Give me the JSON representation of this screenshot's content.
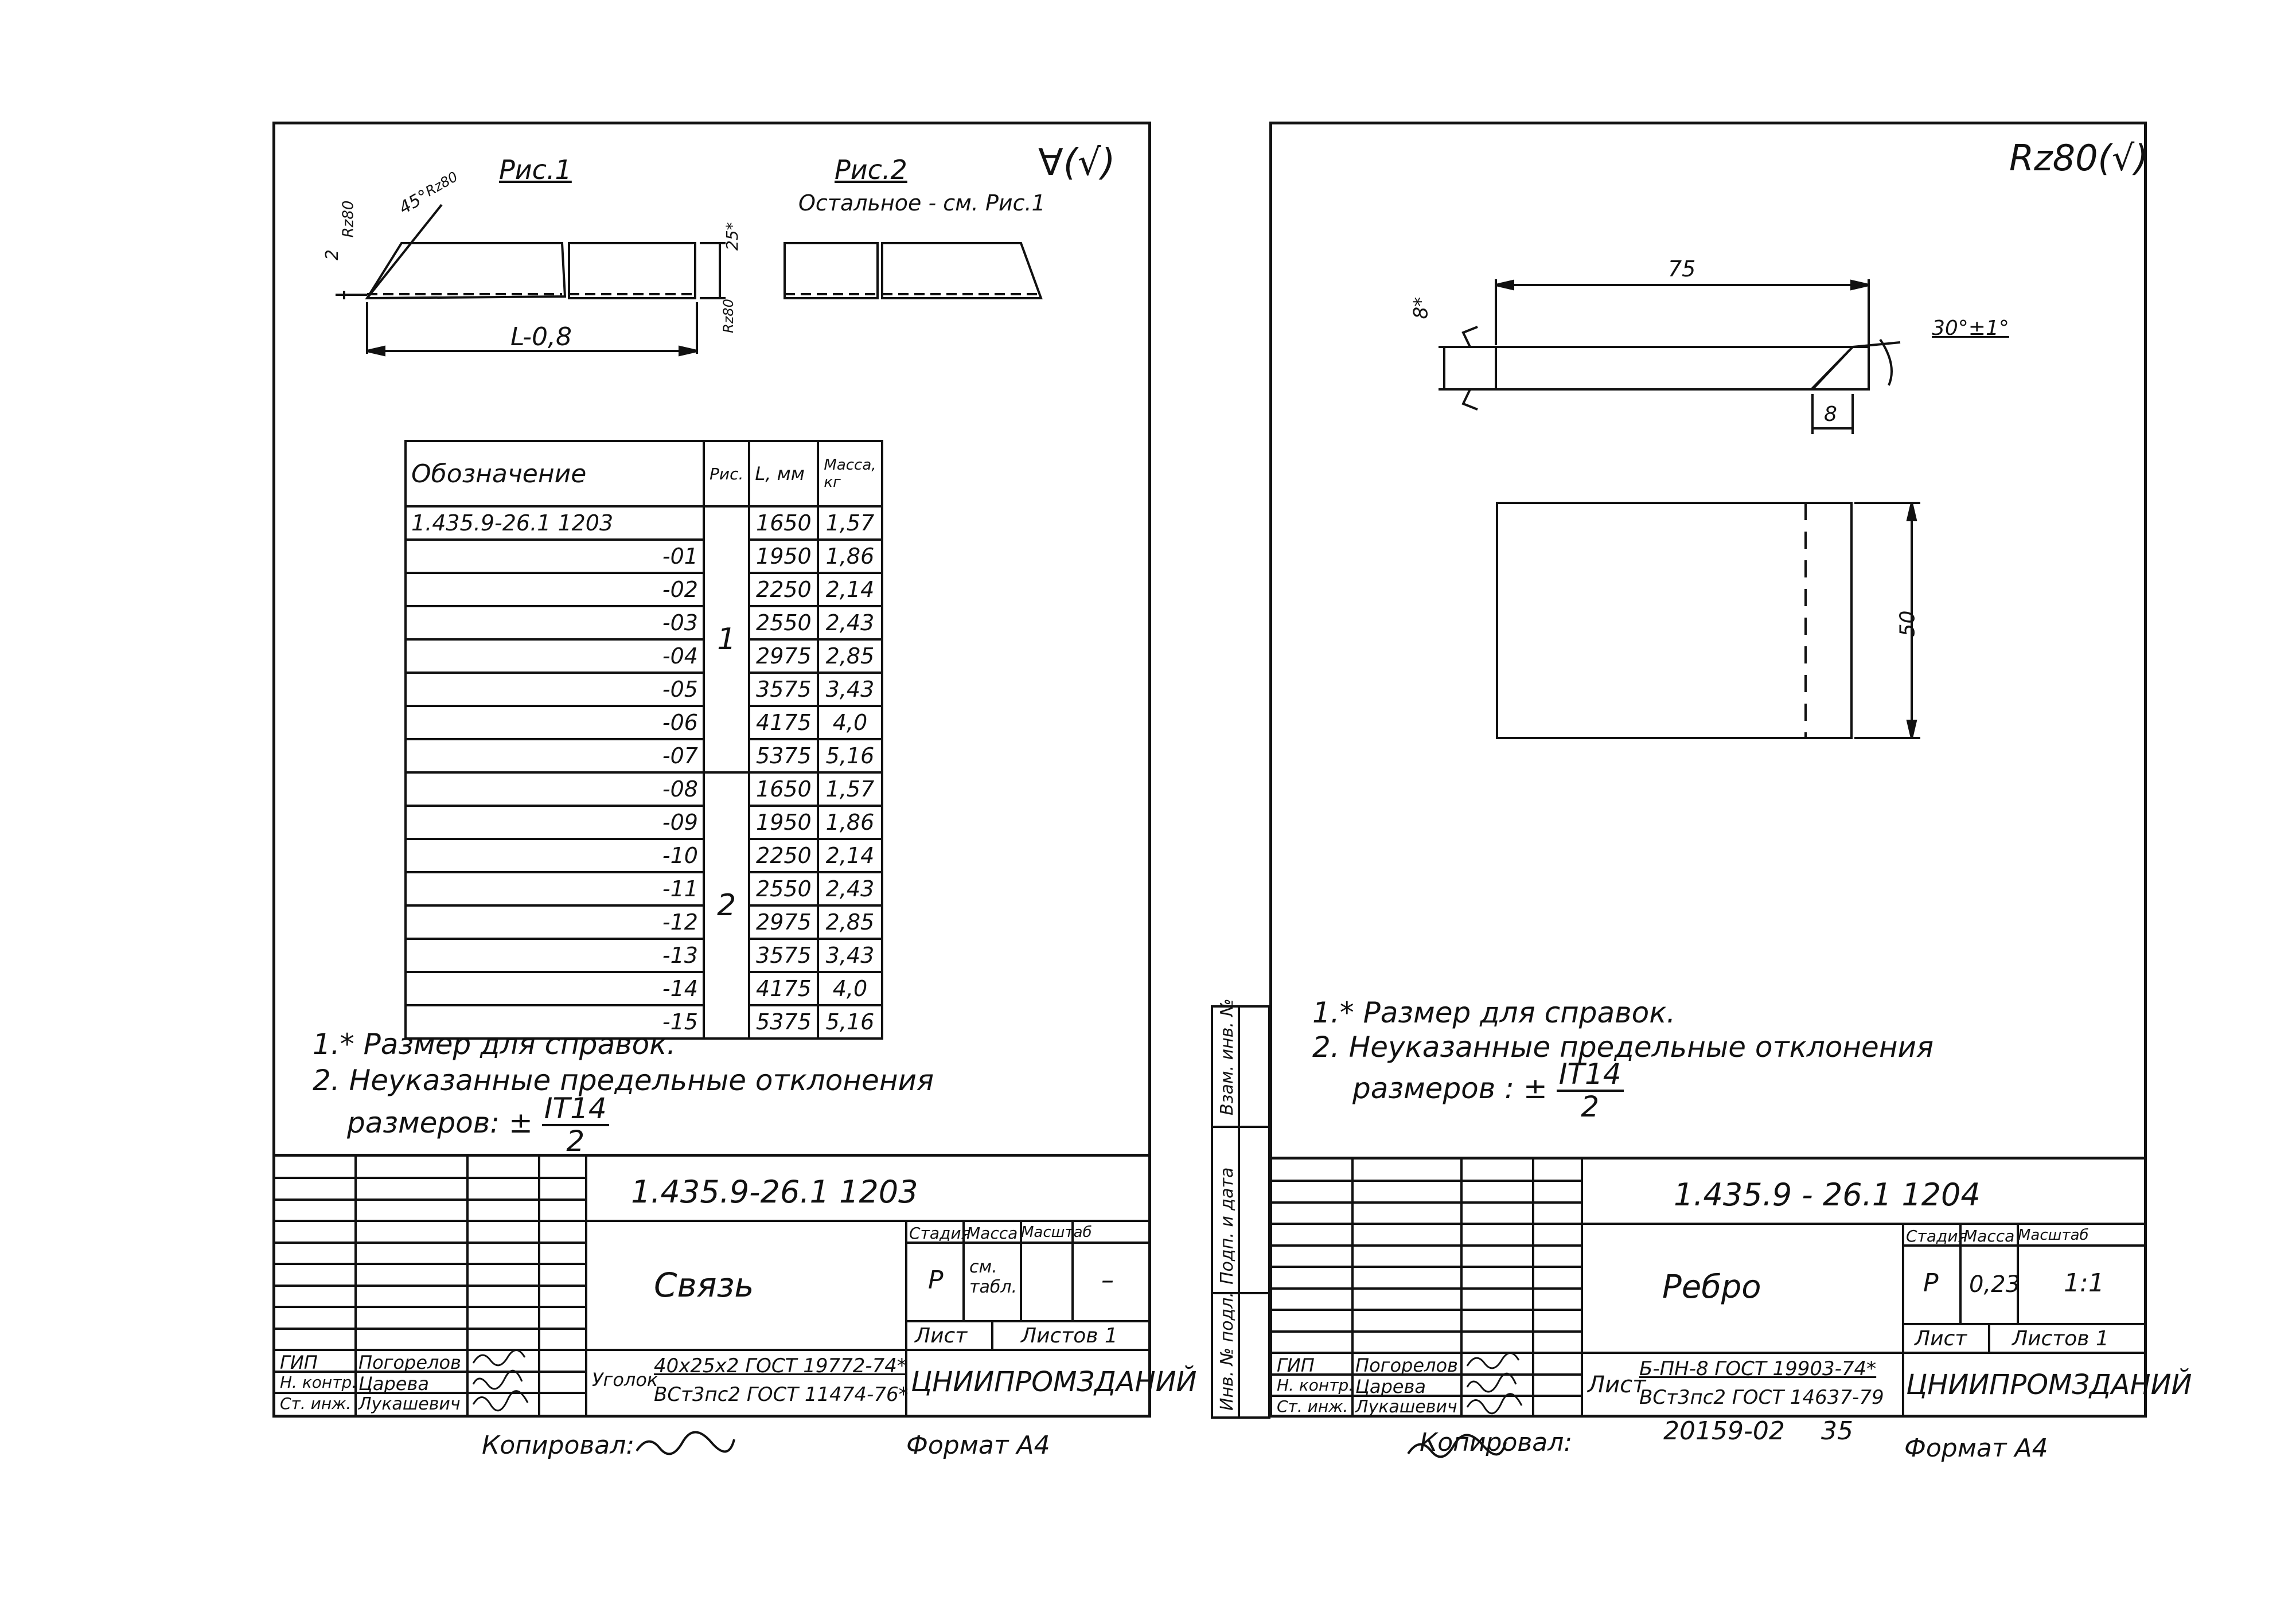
{
  "sheet1": {
    "fig1_title": "Рис.1",
    "fig2_title": "Рис.2",
    "fig2_note": "Остальное - см. Рис.1",
    "roughness": "∀(√)",
    "dims": {
      "chamfer": "45°",
      "rz": "Rz80",
      "rz_top": "Rz80",
      "height_left": "2",
      "height_right": "25*",
      "length": "L-0,8",
      "rz_bottom": "Rz80"
    },
    "table": {
      "headers": [
        "Обозначение",
        "Рис.",
        "L, мм",
        "Масса, кг"
      ],
      "base_designation": "1.435.9-26.1  1203",
      "rows": [
        {
          "code": "",
          "fig": "",
          "L": "1650",
          "mass": "1,57"
        },
        {
          "code": "-01",
          "fig": "",
          "L": "1950",
          "mass": "1,86"
        },
        {
          "code": "-02",
          "fig": "",
          "L": "2250",
          "mass": "2,14"
        },
        {
          "code": "-03",
          "fig": "",
          "L": "2550",
          "mass": "2,43"
        },
        {
          "code": "-04",
          "fig": "1",
          "L": "2975",
          "mass": "2,85"
        },
        {
          "code": "-05",
          "fig": "",
          "L": "3575",
          "mass": "3,43"
        },
        {
          "code": "-06",
          "fig": "",
          "L": "4175",
          "mass": "4,0"
        },
        {
          "code": "-07",
          "fig": "",
          "L": "5375",
          "mass": "5,16"
        },
        {
          "code": "-08",
          "fig": "",
          "L": "1650",
          "mass": "1,57"
        },
        {
          "code": "-09",
          "fig": "",
          "L": "1950",
          "mass": "1,86"
        },
        {
          "code": "-10",
          "fig": "",
          "L": "2250",
          "mass": "2,14"
        },
        {
          "code": "-11",
          "fig": "",
          "L": "2550",
          "mass": "2,43"
        },
        {
          "code": "-12",
          "fig": "2",
          "L": "2975",
          "mass": "2,85"
        },
        {
          "code": "-13",
          "fig": "",
          "L": "3575",
          "mass": "3,43"
        },
        {
          "code": "-14",
          "fig": "",
          "L": "4175",
          "mass": "4,0"
        },
        {
          "code": "-15",
          "fig": "",
          "L": "5375",
          "mass": "5,16"
        }
      ]
    },
    "notes": {
      "n1": "1.* Размер для справок.",
      "n2": "2. Неуказанные предельные отклонения",
      "n2b": "размеров: ±",
      "frac_num": "IT14",
      "frac_den": "2"
    },
    "titleblock": {
      "code": "1.435.9-26.1    1203",
      "name": "Связь",
      "stage_h": "Стадия",
      "mass_h": "Масса",
      "scale_h": "Масштаб",
      "stage": "Р",
      "mass": "см. табл.",
      "scale": "–",
      "sheet": "Лист",
      "sheets": "Листов 1",
      "roles": [
        "ГИП",
        "Н. контр.",
        "Ст. инж."
      ],
      "names": [
        "Погорелов",
        "Царева",
        "Лукашевич"
      ],
      "material_label": "Уголок",
      "material_1": "40х25х2 ГОСТ 19772-74*",
      "material_2": "ВСт3пс2 ГОСТ 11474-76*",
      "org": "ЦНИИПРОМЗДАНИЙ"
    },
    "footer_copied": "Копировал:",
    "footer_format": "Формат А4"
  },
  "sheet2": {
    "roughness": "Rz80(√)",
    "dims": {
      "length": "75",
      "height": "8*",
      "angle": "30°±1°",
      "chamfer": "8",
      "width": "50"
    },
    "notes": {
      "n1": "1.* Размер для справок.",
      "n2": "2. Неуказанные предельные отклонения",
      "n2b": "размеров : ±",
      "frac_num": "IT14",
      "frac_den": "2"
    },
    "side_labels": [
      "Взам. инв. №",
      "Подп. и дата",
      "Инв. № подл."
    ],
    "titleblock": {
      "code": "1.435.9 - 26.1  1204",
      "name": "Ребро",
      "stage_h": "Стадия",
      "mass_h": "Масса",
      "scale_h": "Масштаб",
      "stage": "Р",
      "mass": "0,23",
      "scale": "1:1",
      "sheet": "Лист",
      "sheets": "Листов 1",
      "roles": [
        "ГИП",
        "Н. контр.",
        "Ст. инж."
      ],
      "names": [
        "Погорелов",
        "Царева",
        "Лукашевич"
      ],
      "material_label": "Лист",
      "material_1": "Б-ПН-8 ГОСТ 19903-74*",
      "material_2": "ВСт3пс2 ГОСТ 14637-79",
      "org": "ЦНИИПРОМЗДАНИЙ"
    },
    "footer_copied": "Копировал:",
    "footer_num": "20159-02",
    "footer_page": "35",
    "footer_format": "Формат А4"
  }
}
